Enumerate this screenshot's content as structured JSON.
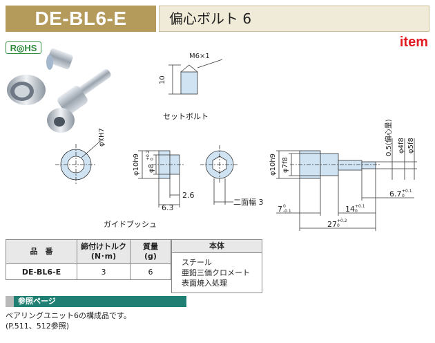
{
  "header": {
    "code": "DE-BL6-E",
    "name": "偏心ボルト 6"
  },
  "badge": {
    "rohs": "R◎HS"
  },
  "brand": "item",
  "drawing": {
    "set_bolt": {
      "caption": "セットボルト",
      "thread": "M6×1",
      "length": "10"
    },
    "bush": {
      "caption": "ガイドブッシュ",
      "bore": "φ7H7",
      "outer": "φ10h9",
      "flange": "φ8",
      "flange_tol_upper": "+0.2",
      "flange_tol_lower": "0",
      "w1": "2.6",
      "w2": "6.3"
    },
    "bolt": {
      "across_flats": "二面幅 3",
      "head": "φ10h9",
      "d1": "φ7f8",
      "eccentric": "0.5(偏心量)",
      "d2": "φ4f8",
      "d3": "φ5f8",
      "len_a": "6.7",
      "len_a_tol_upper": "+0.1",
      "len_a_tol_lower": "0",
      "len_b": "7",
      "len_b_tol_upper": "0",
      "len_b_tol_lower": "-0.1",
      "len_c": "14",
      "len_c_tol_upper": "+0.1",
      "len_c_tol_lower": "0",
      "len_d": "27",
      "len_d_tol_upper": "+0.2",
      "len_d_tol_lower": "0"
    }
  },
  "spec": {
    "headers": {
      "part": "品　番",
      "torque": "締付けトルク",
      "torque_unit": "(N･m)",
      "mass": "質量",
      "mass_unit": "(g)"
    },
    "row": {
      "part": "DE-BL6-E",
      "torque": "3",
      "mass": "6"
    }
  },
  "material": {
    "title": "本体",
    "lines": [
      "スチール",
      "亜鉛三価クロメート",
      "表面焼入処理"
    ]
  },
  "reference": {
    "title": "参照ページ",
    "line1": "ベアリングユニット6の構成品です。",
    "line2": "(P.511、512参照)"
  }
}
